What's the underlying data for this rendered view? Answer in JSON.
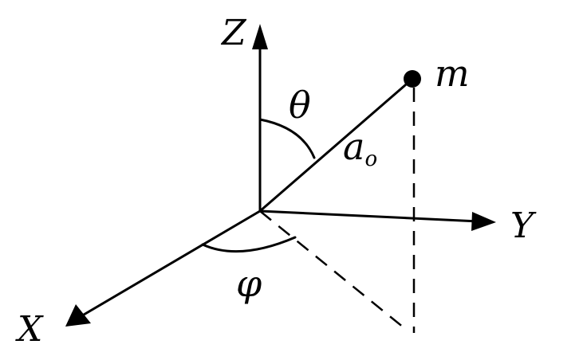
{
  "labels": {
    "z_axis": "Z",
    "y_axis": "Y",
    "x_axis": "X",
    "theta": "θ",
    "phi": "φ",
    "radius_main": "a",
    "radius_sub": "o",
    "mass": "m"
  },
  "colors": {
    "ink": "#000000",
    "background": "#ffffff"
  }
}
